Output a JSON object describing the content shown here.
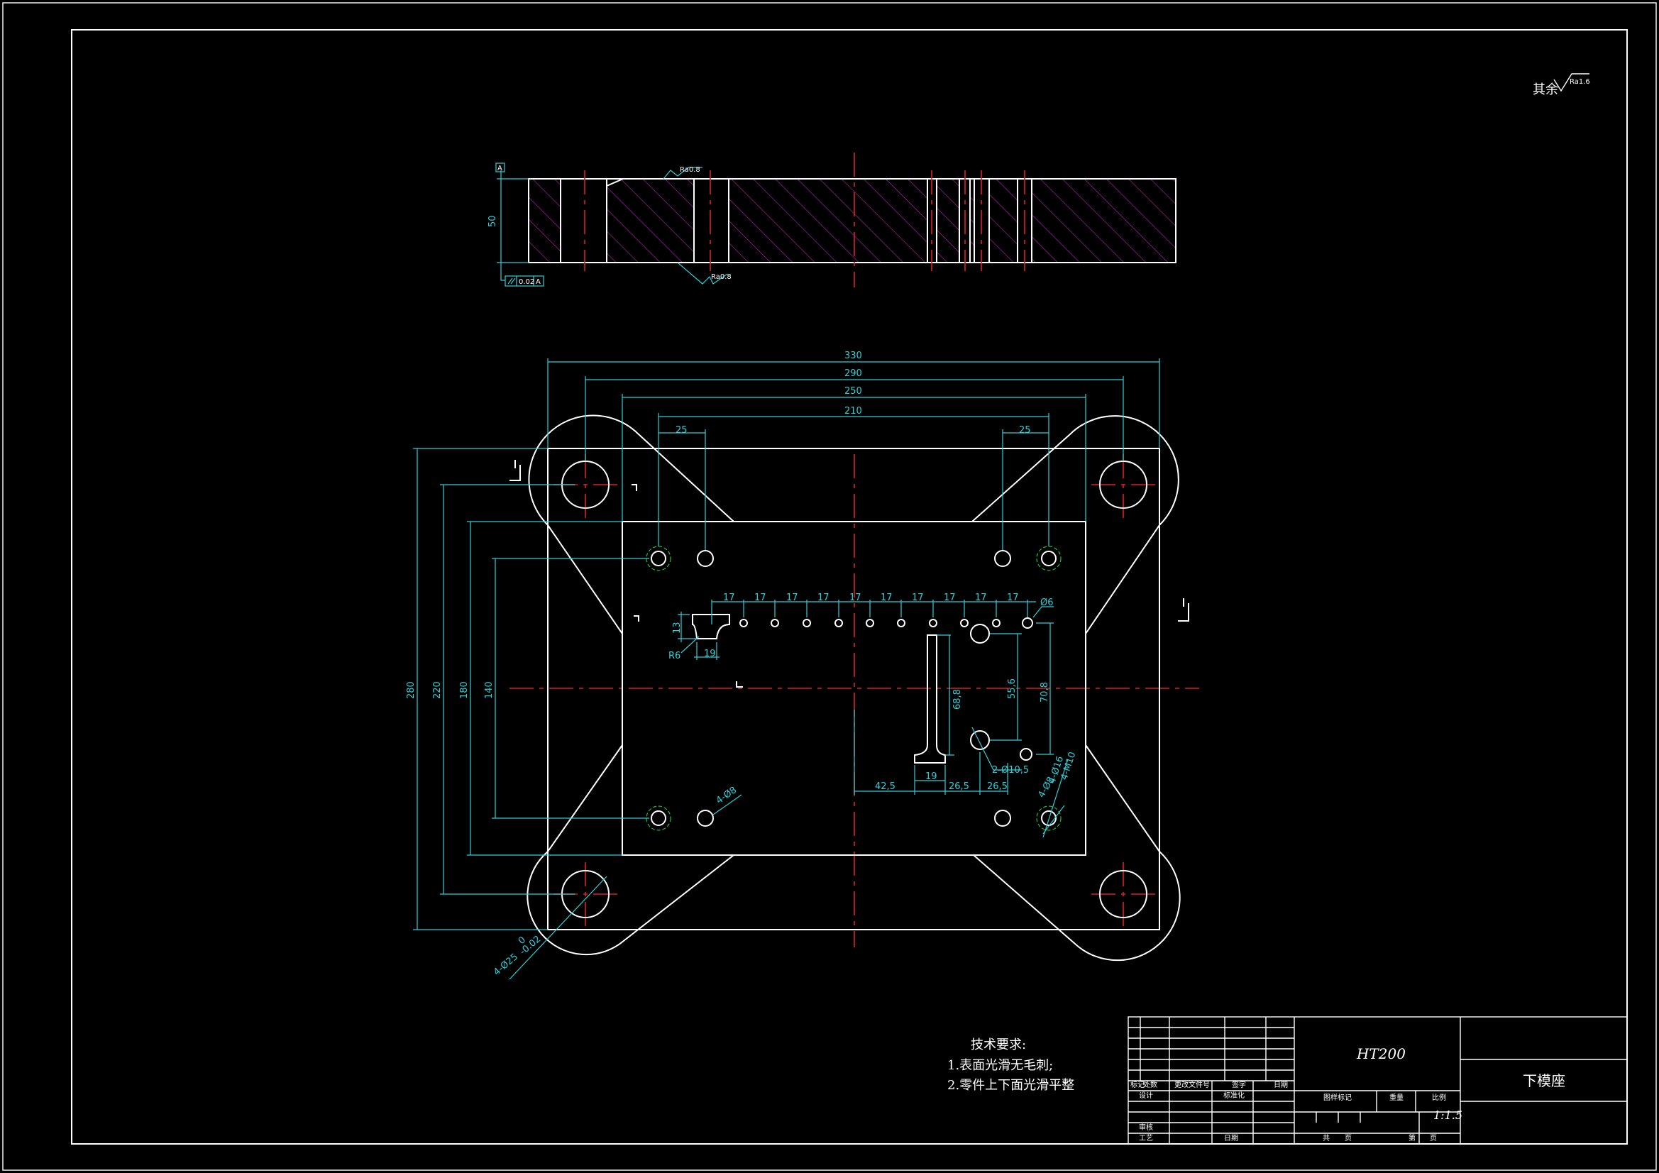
{
  "title_block": {
    "material": "HT200",
    "part_name": "下模座",
    "scale": "1:1.5",
    "labels": [
      "标记",
      "处数",
      "更改文件号",
      "签字",
      "日期",
      "设计",
      "标准化",
      "审核",
      "工艺",
      "日期",
      "图样标记",
      "重量",
      "比例",
      "共",
      "页",
      "第",
      "页"
    ]
  },
  "roughness_note": {
    "prefix": "其余",
    "value": "Ra1.6"
  },
  "surface_marks": {
    "top": "Ra0.8",
    "bottom": "Ra0.8",
    "flatness": "0.02",
    "datum": "A"
  },
  "tech_requirements": {
    "heading": "技术要求:",
    "items": [
      "1.表面光滑无毛刺;",
      "2.零件上下面光滑平整"
    ]
  },
  "dimensions": {
    "side_height": "50",
    "width_330": "330",
    "width_290": "290",
    "width_250": "250",
    "width_210": "210",
    "offset_25_left": "25",
    "offset_25_right": "25",
    "pitch": "17",
    "height_280": "280",
    "height_220": "220",
    "height_180": "180",
    "height_140": "140",
    "slot_19": "19",
    "slot_13": "13",
    "slot_r6": "R6",
    "hole_d6": "Ø6",
    "v_68_8": "68,8",
    "v_55_6": "55,6",
    "v_70_8": "70,8",
    "h_42_5": "42,5",
    "h_19": "19",
    "h_26_5a": "26,5",
    "h_26_5b": "26,5",
    "holes_2_d10_5": "2-Ø10,5",
    "holes_4_d16": "4-Ø16",
    "holes_4_m": "4-M10",
    "holes_4_d8": "4-Ø8",
    "main_holes": "4-Ø25",
    "tol_upper": "0",
    "tol_lower": "-0.02"
  },
  "colors": {
    "background": "#000000",
    "outline": "#ffffff",
    "dimension": "#2fd0d8",
    "centerline": "#d8202a",
    "hatch": "#c020c0",
    "hidden": "#1fbf3a"
  }
}
